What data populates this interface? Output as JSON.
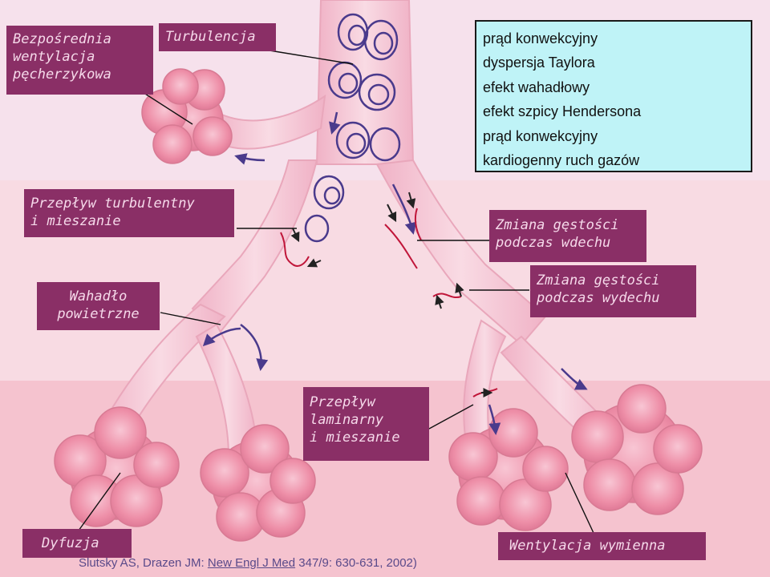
{
  "labels": {
    "alveolar_ventilation": [
      "Bezpośrednia",
      "wentylacja",
      "pęcherzykowa"
    ],
    "turbulence": [
      "Turbulencja"
    ],
    "turbulent_flow": [
      "Przepływ turbulentny",
      "i mieszanie"
    ],
    "pendelluft": [
      "Wahadło",
      "powietrzne"
    ],
    "density_inspiration": [
      "Zmiana gęstości",
      "podczas wdechu"
    ],
    "density_expiration": [
      "Zmiana gęstości",
      "podczas wydechu"
    ],
    "laminar_flow": [
      "Przepływ",
      "laminarny",
      "i mieszanie"
    ],
    "diffusion": [
      "Dyfuzja"
    ],
    "exchange_ventilation": [
      "Wentylacja wymienna"
    ]
  },
  "mechanisms": [
    "prąd konwekcyjny",
    "dyspersja Taylora",
    "efekt wahadłowy",
    "efekt szpicy Hendersona",
    "prąd konwekcyjny",
    "kardiogenny ruch gazów"
  ],
  "citation": {
    "prefix": "Slutsky AS, Drazen JM: ",
    "journal": "New Engl J Med",
    "suffix": " 347/9: 630-631, 2002)"
  },
  "colors": {
    "label_bg": "#8a2f66",
    "label_text": "#f6d9ea",
    "box_bg": "#bff3f7",
    "airway": "#f3bfcf",
    "alveoli": "#ee8fa8",
    "arrow": "#4a3a8c"
  }
}
